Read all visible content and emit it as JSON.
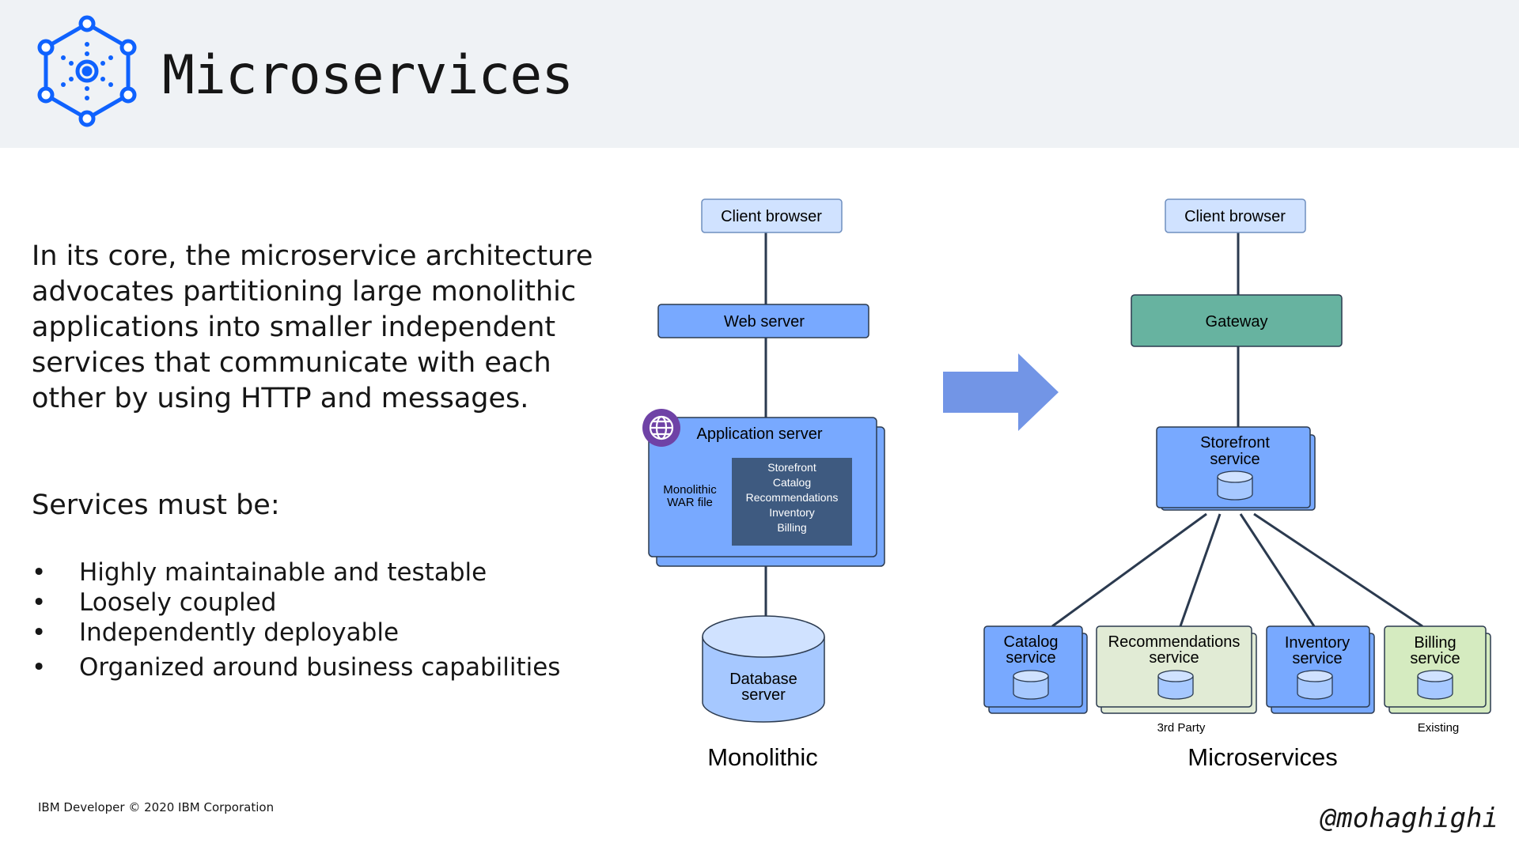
{
  "header": {
    "title": "Microservices",
    "logo_icon": "microservices-hexagon-icon"
  },
  "intro": "In its core, the microservice architecture advocates partitioning large monolithic applications into smaller independent services that communicate with each other by using HTTP and messages.",
  "services_heading": "Services must be:",
  "bullets": [
    "Highly maintainable and testable",
    "Loosely coupled",
    "Independently deployable",
    "Organized around business capabilities"
  ],
  "monolithic": {
    "client": "Client browser",
    "web_server": "Web server",
    "app_server": "Application server",
    "war_label": [
      "Monolithic",
      "WAR file"
    ],
    "modules": [
      "Storefront",
      "Catalog",
      "Recommendations",
      "Inventory",
      "Billing"
    ],
    "database": [
      "Database",
      "server"
    ],
    "caption": "Monolithic"
  },
  "microservices": {
    "client": "Client browser",
    "gateway": "Gateway",
    "storefront": [
      "Storefront",
      "service"
    ],
    "catalog": [
      "Catalog",
      "service"
    ],
    "recommendations": [
      "Recommendations",
      "service"
    ],
    "inventory": [
      "Inventory",
      "service"
    ],
    "billing": [
      "Billing",
      "service"
    ],
    "note_3rd_party": "3rd Party",
    "note_existing": "Existing",
    "caption": "Microservices"
  },
  "footer": "IBM Developer © 2020 IBM Corporation",
  "handle": "@mohaghighi",
  "colors": {
    "header_bg": "#eff2f5",
    "accent_blue": "#0f62fe",
    "service_blue": "#78a9ff",
    "light_blue": "#d0e2ff",
    "gateway_green": "#67b3a0",
    "light_green": "#d5ebc0",
    "third_party": "#e1ebd5",
    "module_box": "#3e5a80",
    "arrow": "#7295e6",
    "globe_purple": "#6f42a6"
  }
}
